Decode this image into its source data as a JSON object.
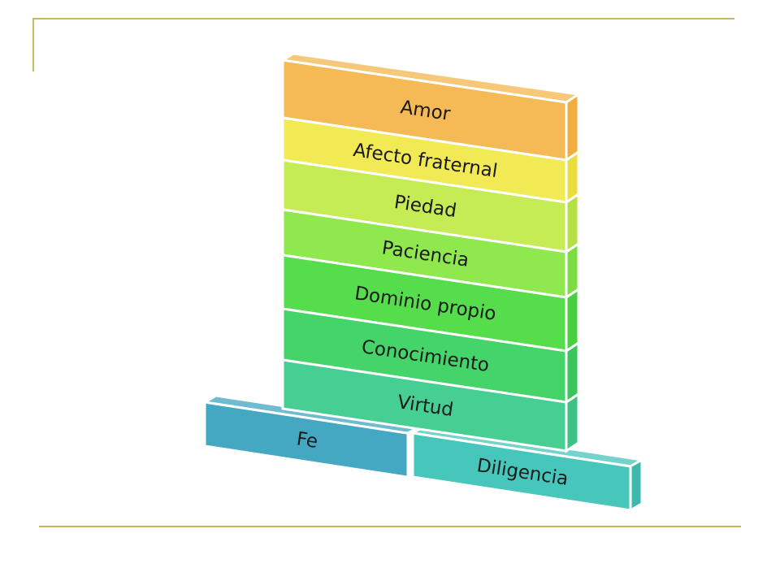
{
  "diagram": {
    "title": "",
    "layers": [
      {
        "label": "Amor",
        "color": "#f5b955",
        "side": "#f2ad3e"
      },
      {
        "label": "Afecto fraternal",
        "color": "#f2ea55",
        "side": "#eade3c"
      },
      {
        "label": "Piedad",
        "color": "#c5eb55",
        "side": "#b5e044"
      },
      {
        "label": "Paciencia",
        "color": "#8ee84e",
        "side": "#7ddc40"
      },
      {
        "label": "Dominio propio",
        "color": "#55dd4b",
        "side": "#47d03e"
      },
      {
        "label": "Conocimiento",
        "color": "#45d46a",
        "side": "#38c65c"
      },
      {
        "label": "Virtud",
        "color": "#47cf93",
        "side": "#3cc285"
      }
    ],
    "foundation": [
      {
        "label": "Fe",
        "color": "#45a8c2",
        "side": "#3a98b0"
      },
      {
        "label": "Diligencia",
        "color": "#47c7bb",
        "side": "#3cb8ac"
      }
    ]
  }
}
